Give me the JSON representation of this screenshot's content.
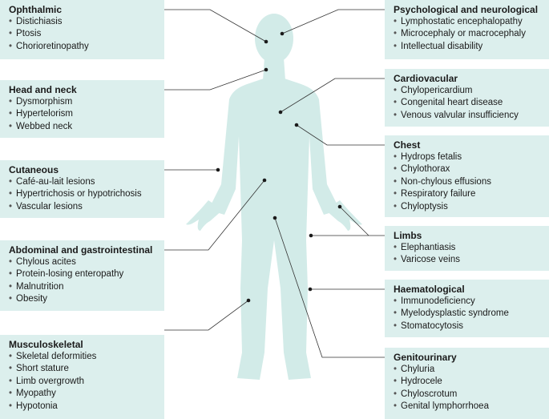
{
  "colors": {
    "box_fill": "#dcefed",
    "body_fill": "#d2ebe8",
    "line": "#333333"
  },
  "boxes": {
    "ophthalmic": {
      "title": "Ophthalmic",
      "items": [
        "Distichiasis",
        "Ptosis",
        "Chorioretinopathy"
      ]
    },
    "head_neck": {
      "title": "Head and neck",
      "items": [
        "Dysmorphism",
        "Hypertelorism",
        "Webbed neck"
      ]
    },
    "cutaneous": {
      "title": "Cutaneous",
      "items": [
        "Café-au-lait lesions",
        "Hypertrichosis or hypotrichosis",
        "Vascular lesions"
      ]
    },
    "abdominal": {
      "title": "Abdominal and gastrointestinal",
      "items": [
        "Chylous acites",
        "Protein-losing enteropathy",
        "Malnutrition",
        "Obesity"
      ]
    },
    "musculoskeletal": {
      "title": "Musculoskeletal",
      "items": [
        "Skeletal deformities",
        "Short stature",
        "Limb overgrowth",
        "Myopathy",
        "Hypotonia"
      ]
    },
    "psychological": {
      "title": "Psychological and neurological",
      "items": [
        "Lymphostatic encephalopathy",
        "Microcephaly or macrocephaly",
        "Intellectual disability"
      ]
    },
    "cardiovascular": {
      "title": "Cardiovacular",
      "items": [
        "Chylopericardium",
        "Congenital heart disease",
        "Venous valvular insufficiency"
      ]
    },
    "chest": {
      "title": "Chest",
      "items": [
        "Hydrops fetalis",
        "Chylothorax",
        "Non-chylous effusions",
        "Respiratory failure",
        "Chyloptysis"
      ]
    },
    "limbs": {
      "title": "Limbs",
      "items": [
        "Elephantiasis",
        "Varicose veins"
      ]
    },
    "haematological": {
      "title": "Haematological",
      "items": [
        "Immunodeficiency",
        "Myelodysplastic syndrome",
        "Stomatocytosis"
      ]
    },
    "genitourinary": {
      "title": "Genitourinary",
      "items": [
        "Chyluria",
        "Hydrocele",
        "Chyloscrotum",
        "Genital lymphorrhoea"
      ]
    }
  }
}
